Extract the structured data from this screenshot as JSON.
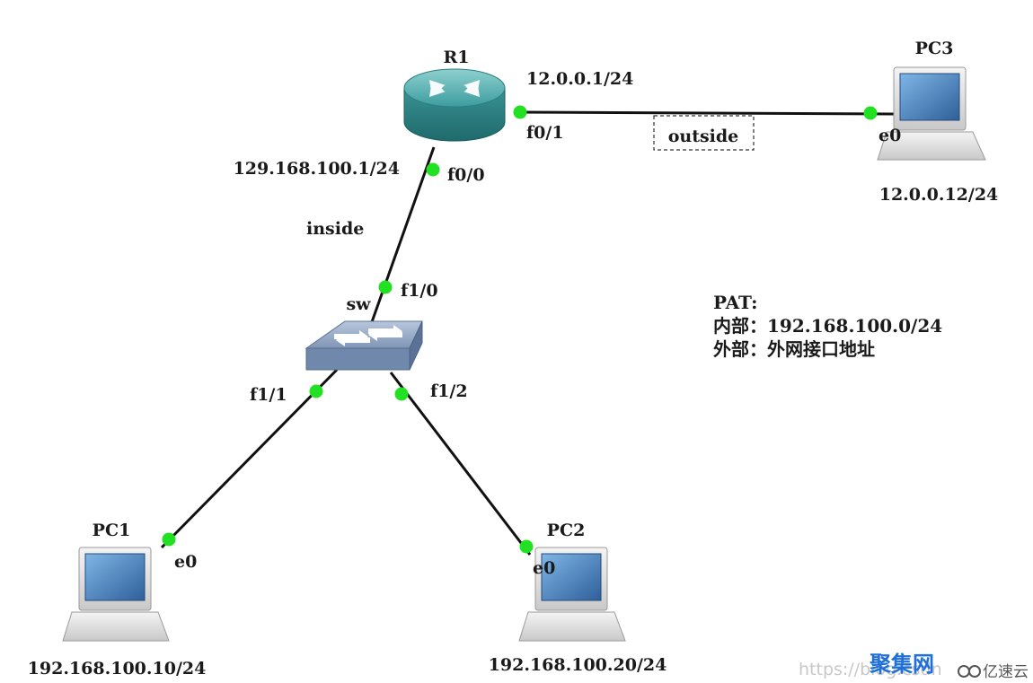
{
  "devices": {
    "r1": {
      "name": "R1"
    },
    "sw": {
      "name": "sw"
    },
    "pc1": {
      "name": "PC1",
      "ip": "192.168.100.10/24",
      "port": "e0"
    },
    "pc2": {
      "name": "PC2",
      "ip": "192.168.100.20/24",
      "port": "e0"
    },
    "pc3": {
      "name": "PC3",
      "ip": "12.0.0.12/24",
      "port": "e0"
    }
  },
  "interfaces": {
    "r1_f00": {
      "label": "f0/0",
      "ip": "129.168.100.1/24"
    },
    "r1_f01": {
      "label": "f0/1",
      "ip": "12.0.0.1/24"
    },
    "sw_f10": {
      "label": "f1/0"
    },
    "sw_f11": {
      "label": "f1/1"
    },
    "sw_f12": {
      "label": "f1/2"
    }
  },
  "zones": {
    "inside": "inside",
    "outside": "outside"
  },
  "note": {
    "title": "PAT:",
    "line1": "内部：192.168.100.0/24",
    "line2": "外部：外网接口地址"
  },
  "watermark": {
    "url": "https://blog.csdn",
    "brand": "聚集网",
    "yisu": "亿速云"
  },
  "colors": {
    "link": "#111111",
    "port_dot": "#22e022",
    "router": "#3a9fa0",
    "switch": "#7f96b5",
    "pc_screen": "#3a6fa8"
  },
  "icons": [
    "router-icon",
    "switch-icon",
    "pc-icon"
  ]
}
